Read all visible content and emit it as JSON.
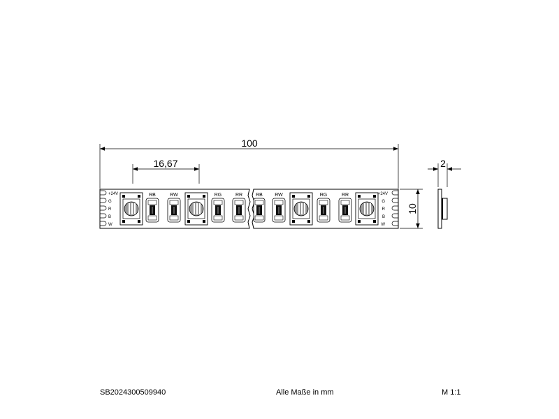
{
  "dimensions": {
    "length": "100",
    "pitch": "16,67",
    "width": "10",
    "thickness": "2"
  },
  "labels": {
    "rb": "RB",
    "rw": "RW",
    "rg": "RG",
    "rr": "RR",
    "plus24v": "+24V",
    "g": "G",
    "r": "R",
    "b": "B",
    "w": "W"
  },
  "footer": {
    "article_number": "SB2024300509940",
    "units_note": "Alle Maße in mm",
    "scale": "M 1:1"
  }
}
